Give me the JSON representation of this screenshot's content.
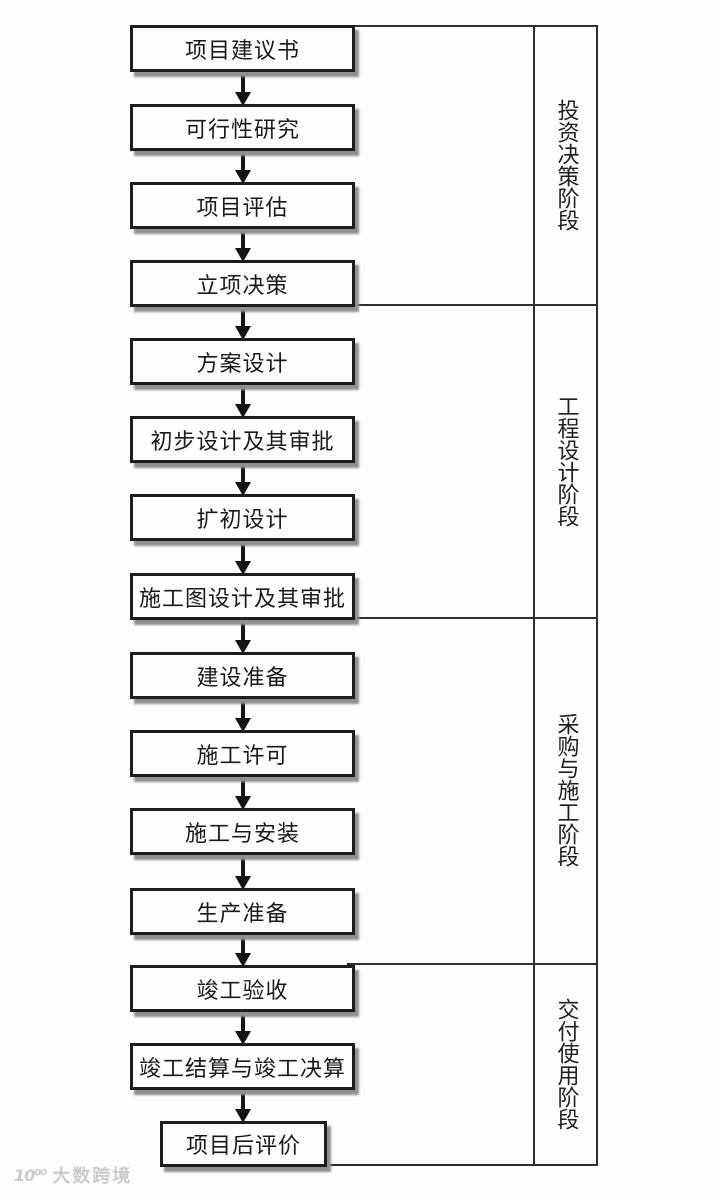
{
  "page": {
    "background": "#fdfdfd",
    "line_color": "#2e2e2e",
    "box_border_color": "#1d1d1d",
    "box_shadow_color": "#8f8f8f",
    "text_color": "#1a1a1a"
  },
  "flow": {
    "steps": [
      {
        "label": "项目建议书"
      },
      {
        "label": "可行性研究"
      },
      {
        "label": "项目评估"
      },
      {
        "label": "立项决策"
      },
      {
        "label": "方案设计"
      },
      {
        "label": "初步设计及其审批"
      },
      {
        "label": "扩初设计"
      },
      {
        "label": "施工图设计及其审批"
      },
      {
        "label": "建设准备"
      },
      {
        "label": "施工许可"
      },
      {
        "label": "施工与安装"
      },
      {
        "label": "生产准备"
      },
      {
        "label": "竣工验收"
      },
      {
        "label": "竣工结算与竣工决算"
      },
      {
        "label": "项目后评价"
      }
    ]
  },
  "phases": [
    {
      "label": "投资决策阶段"
    },
    {
      "label": "工程设计阶段"
    },
    {
      "label": "采购与施工阶段"
    },
    {
      "label": "交付使用阶段"
    }
  ],
  "watermark": {
    "logo": "10⁰⁰",
    "text": "大数跨境"
  }
}
